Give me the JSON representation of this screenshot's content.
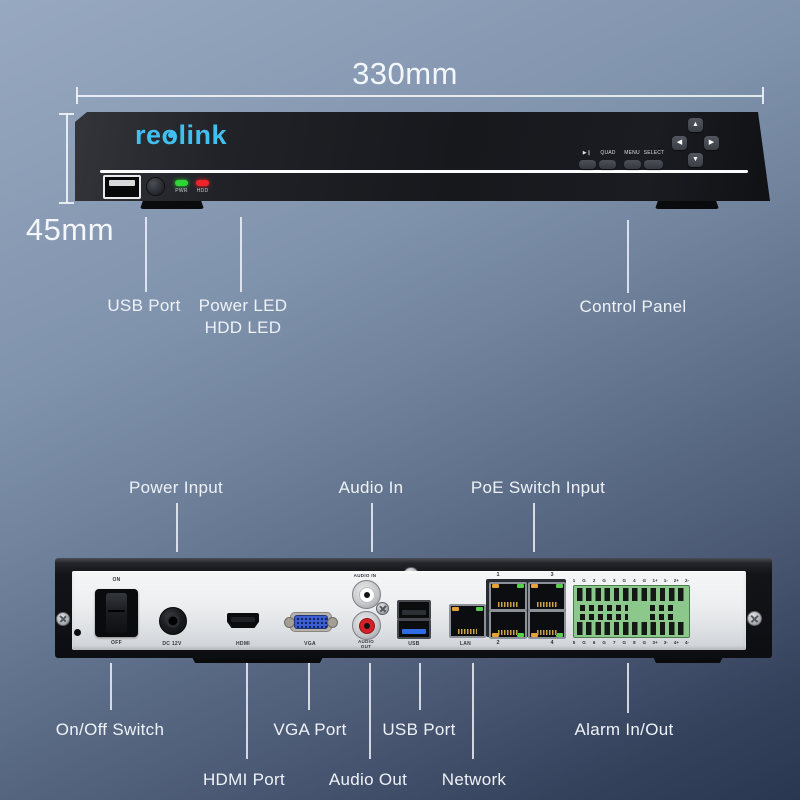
{
  "front": {
    "dim_width": "330mm",
    "dim_height": "45mm",
    "logo": {
      "pre": "re",
      "lens": "o",
      "post": "link"
    },
    "panel": {
      "buttons": [
        {
          "label": "▶❙"
        },
        {
          "label": "QUAD"
        },
        {
          "label": "MENU"
        },
        {
          "label": "SELECT"
        }
      ],
      "dpad": {
        "up": "▲",
        "left": "◀",
        "right": "▶",
        "down": "▼"
      }
    },
    "leds": {
      "pwr": {
        "label": "PWR",
        "color": "#2fd637"
      },
      "hdd": {
        "label": "HDD",
        "color": "#f02428"
      }
    },
    "callouts": {
      "usb": "USB Port",
      "power_led": "Power LED",
      "hdd_led": "HDD LED",
      "control": "Control Panel"
    }
  },
  "back": {
    "callouts_top": {
      "power": "Power Input",
      "audio_in": "Audio In",
      "poe": "PoE Switch Input"
    },
    "callouts_bottom": {
      "switch": "On/Off Switch",
      "hdmi": "HDMI Port",
      "vga": "VGA Port",
      "audio_out": "Audio Out",
      "usb": "USB Port",
      "network": "Network",
      "alarm": "Alarm In/Out"
    },
    "ports": {
      "switch_on": "ON",
      "switch_off": "OFF",
      "dc": "DC 12V",
      "hdmi": "HDMI",
      "vga": "VGA",
      "audio_in": "AUDIO IN",
      "audio_out_line1": "AUDIO",
      "audio_out_line2": "OUT",
      "usb": "USB",
      "lan": "LAN",
      "poe_top": [
        "1",
        "3"
      ],
      "poe_bottom": [
        "2",
        "4"
      ],
      "terminal_top": [
        "1",
        "G",
        "2",
        "G",
        "3",
        "G",
        "4",
        "G",
        "1+",
        "1-",
        "2+",
        "2-"
      ],
      "terminal_bottom": [
        "5",
        "G",
        "6",
        "G",
        "7",
        "G",
        "8",
        "G",
        "3+",
        "3-",
        "4+",
        "4-"
      ]
    }
  },
  "colors": {
    "logo_blue": "#41c0f0",
    "led_green": "#2fd637",
    "led_red": "#f02428",
    "vga_blue": "#3d5ed1",
    "usb3_blue": "#2e6be4",
    "audio_out_red": "#d42127",
    "terminal_green": "#8cc78c",
    "rj45_led_orange": "#e8a13a",
    "rj45_led_green": "#57d04b"
  }
}
